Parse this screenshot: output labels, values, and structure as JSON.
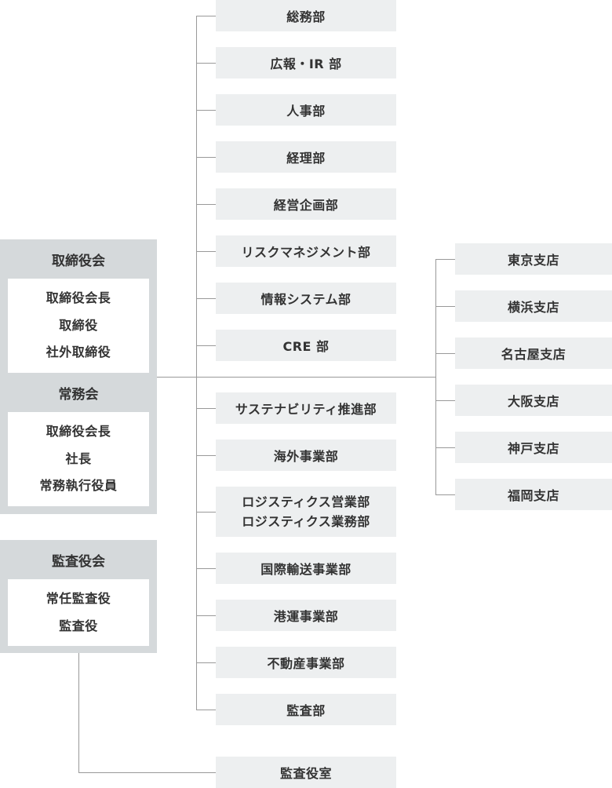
{
  "boards": {
    "directors": {
      "title": "取締役会",
      "members": [
        "取締役会長",
        "取締役",
        "社外取締役"
      ]
    },
    "executive": {
      "title": "常務会",
      "members": [
        "取締役会長",
        "社長",
        "常務執行役員"
      ]
    },
    "auditors": {
      "title": "監査役会",
      "members": [
        "常任監査役",
        "監査役"
      ]
    }
  },
  "departments": [
    "総務部",
    "広報・IR 部",
    "人事部",
    "経理部",
    "経営企画部",
    "リスクマネジメント部",
    "情報システム部",
    "CRE 部",
    "サステナビリティ推進部",
    "海外事業部",
    "ロジスティクス営業部",
    "ロジスティクス業務部",
    "国際輸送事業部",
    "港運事業部",
    "不動産事業部",
    "監査部"
  ],
  "audit_office": "監査役室",
  "branches": [
    "東京支店",
    "横浜支店",
    "名古屋支店",
    "大阪支店",
    "神戸支店",
    "福岡支店"
  ]
}
